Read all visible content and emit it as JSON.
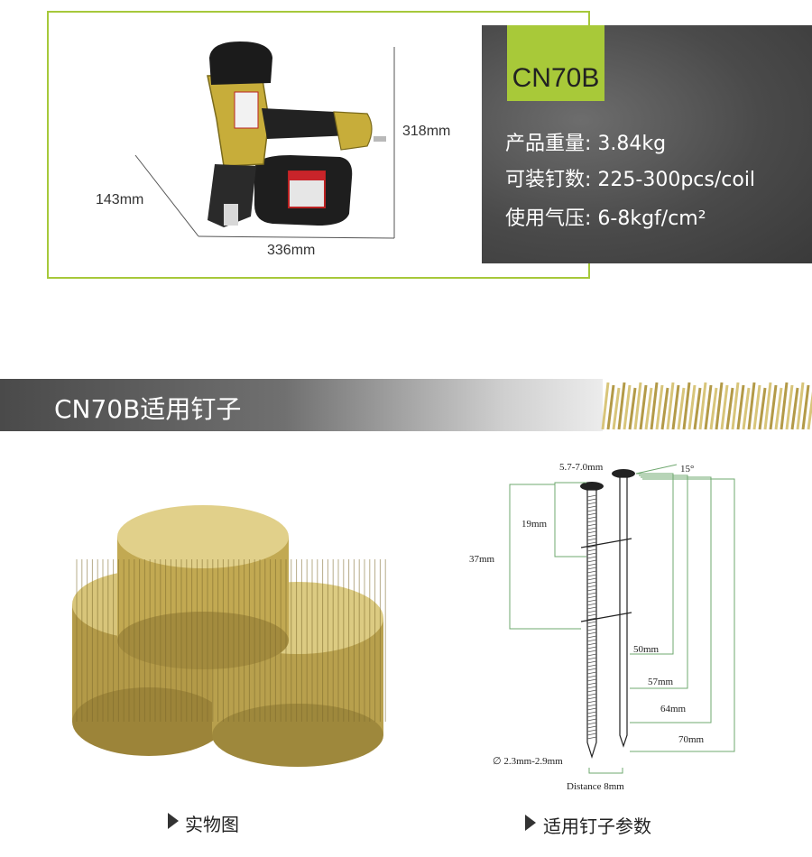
{
  "tool": {
    "dimensions": {
      "height": "318mm",
      "depth": "143mm",
      "length": "336mm"
    },
    "brand_label": "CN70B"
  },
  "specs": {
    "model": "CN70B",
    "lines": [
      "产品重量: 3.84kg",
      "可装钉数: 225-300pcs/coil",
      "使用气压: 6-8kgf/cm²"
    ]
  },
  "section": {
    "title": "CN70B适用钉子"
  },
  "nail_diagram": {
    "head_diameter": "5.7-7.0mm",
    "angle": "15°",
    "first_segment": "19mm",
    "second_segment": "37mm",
    "lengths": [
      "50mm",
      "57mm",
      "64mm",
      "70mm"
    ],
    "shank_diameter": "∅ 2.3mm-2.9mm",
    "distance": "Distance  8mm"
  },
  "captions": {
    "photo": "实物图",
    "params": "适用钉子参数"
  },
  "colors": {
    "accent": "#a8c939",
    "frame": "#a6c83a",
    "panel": "#4a4a4a",
    "coil": "#c9b15a"
  }
}
